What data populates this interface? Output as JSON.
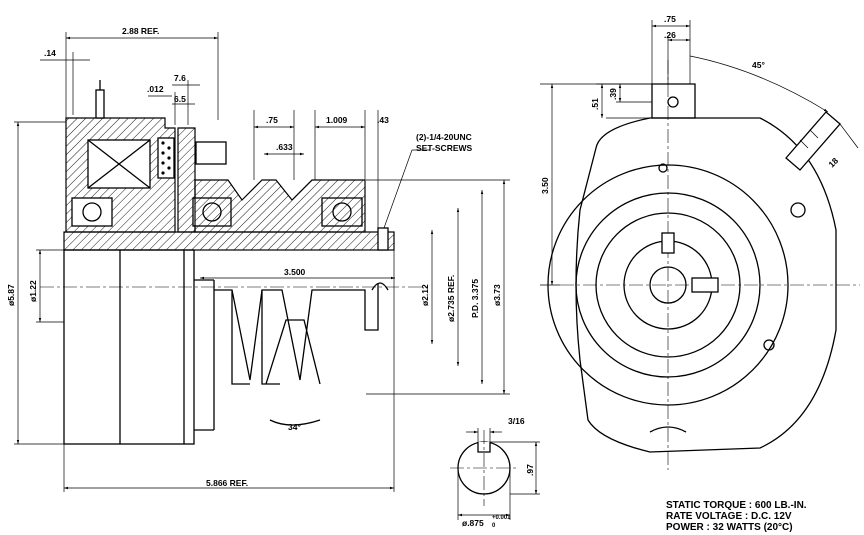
{
  "side_view": {
    "dims": {
      "overall_top": "2.88 REF.",
      "d014": ".14",
      "d012": ".012",
      "d76": "7.6",
      "d65": "6.5",
      "d075": ".75",
      "d1009": "1.009",
      "d043": ".43",
      "d0633": ".633",
      "setscrews_line1": "(2)-1/4-20UNC",
      "setscrews_line2": "SET-SCREWS",
      "d3500": "3.500",
      "dia587": "ø5.87",
      "dia122": "ø1.22",
      "dia212": "ø2.12",
      "dia2735": "ø2.735 REF.",
      "pd3375": "P.D. 3.375",
      "dia373": "ø3.73",
      "angle34": "34°",
      "overall_bottom": "5.866 REF."
    }
  },
  "keyway_detail": {
    "dims": {
      "d316": "3/16",
      "d097": ".97",
      "bore": "ø.875",
      "tol_upper": "+0.001",
      "tol_lower": "0"
    }
  },
  "front_view": {
    "dims": {
      "d075": ".75",
      "d026": ".26",
      "angle45": "45°",
      "d051": ".51",
      "d039": ".39",
      "d350": "3.50",
      "d18": "18"
    }
  },
  "specs": [
    "STATIC TORQUE : 600 LB.-IN.",
    "RATE VOLTAGE : D.C. 12V",
    "POWER : 32 WATTS (20°C)"
  ]
}
